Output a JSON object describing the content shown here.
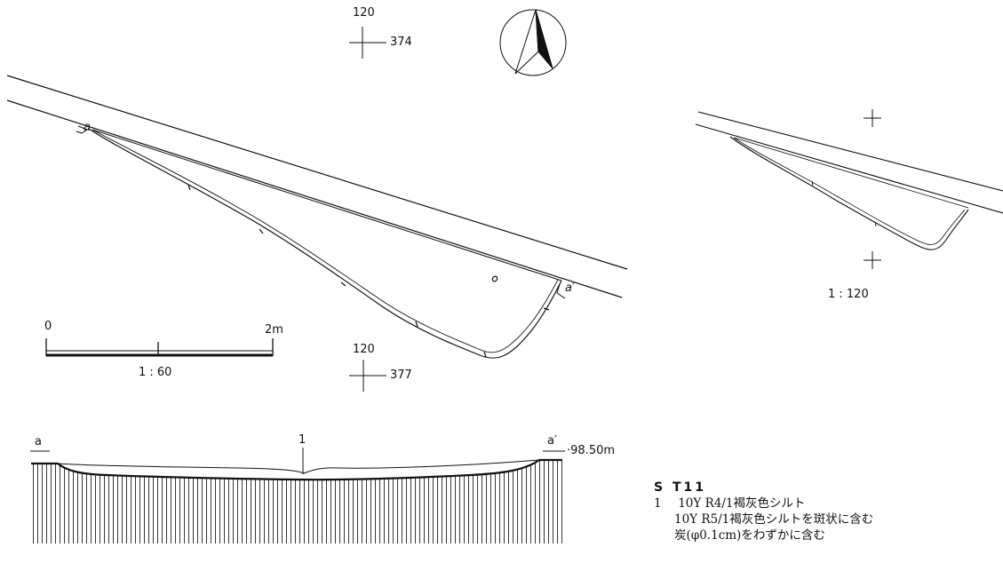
{
  "main_plan": {
    "grid_top": {
      "row": "120",
      "col": "374"
    },
    "grid_bottom": {
      "row": "120",
      "col": "377"
    },
    "point_a": "a",
    "point_a_prime": "a′"
  },
  "scale_bar": {
    "start": "0",
    "end": "2m",
    "ratio": "1 : 60"
  },
  "inset_plan": {
    "ratio": "1 : 120"
  },
  "section": {
    "point_a": "a",
    "point_a_prime": "a′",
    "elevation": "98.50m",
    "layer_number": "1"
  },
  "legend": {
    "title": "S T11",
    "layers": [
      {
        "number": "1",
        "lines": [
          "10Y R4/1褐灰色シルト",
          "10Y R5/1褐灰色シルトを斑状に含む",
          "炭(φ0.1cm)をわずかに含む"
        ]
      }
    ]
  }
}
